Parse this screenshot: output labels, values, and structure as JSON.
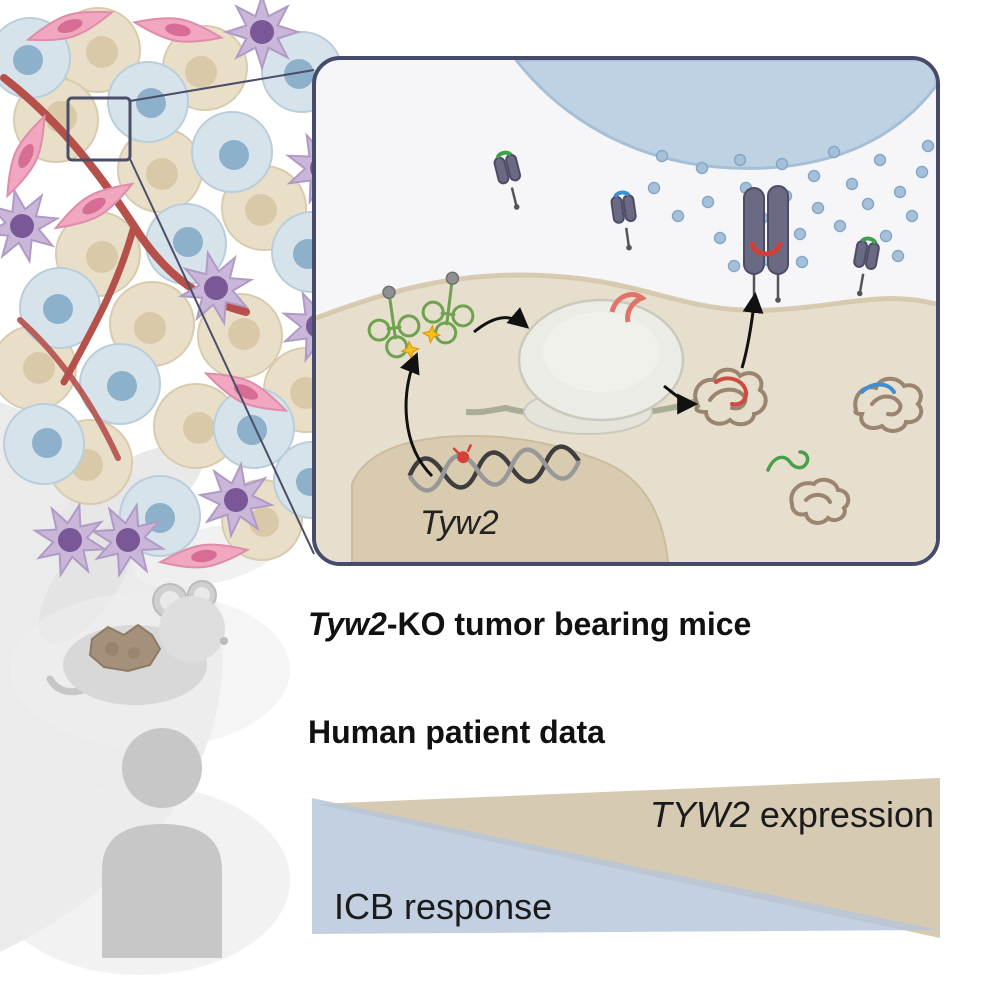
{
  "inset": {
    "gene_label": "Tyw2"
  },
  "mouse_model": {
    "gene": "Tyw2",
    "suffix": "-KO tumor bearing mice"
  },
  "human_data": {
    "title": "Human patient data"
  },
  "gradient_panel": {
    "expression_gene": "TYW2",
    "expression_suffix": " expression",
    "icb_label": "ICB response"
  },
  "colors": {
    "panel_border": "#474b6b",
    "tumor_cytoplasm": "#e7dfce",
    "nucleus_tan": "#d9cbb0",
    "t_cell_blue": "#bed2e4",
    "granule_blue": "#a6c0da",
    "trna_green": "#6fa24f",
    "modification_star_yellow": "#f4c21a",
    "protein_brown": "#9b8470",
    "peptide_red": "#d04038",
    "peptide_blue": "#3f8fd0",
    "peptide_green": "#3fa14b",
    "mhc_slate": "#6a6a85",
    "wedge_tan": "#d6cab2",
    "wedge_blue": "#b6c6da"
  }
}
